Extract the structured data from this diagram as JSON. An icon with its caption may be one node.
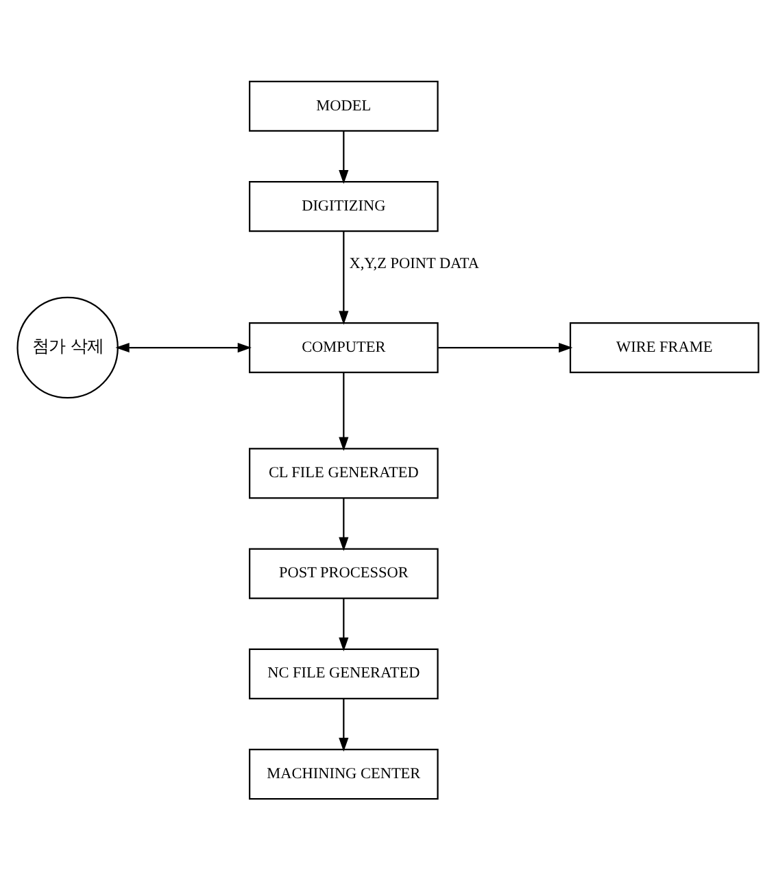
{
  "diagram": {
    "nodes": [
      {
        "text": [
          "MODEL"
        ]
      },
      {
        "text": [
          "DIGITIZING"
        ]
      },
      {
        "text": [
          "첨가 삭제"
        ]
      },
      {
        "text": [
          "COMPUTER"
        ]
      },
      {
        "text": [
          "WIRE FRAME"
        ]
      },
      {
        "text": [
          "CL FILE GENERATED"
        ]
      },
      {
        "text": [
          "POST PROCESSOR"
        ]
      },
      {
        "text": [
          "NC FILE GENERATED"
        ]
      },
      {
        "text": [
          "MACHINING CENTER"
        ]
      }
    ],
    "edges": [
      {
        "from": 0,
        "to": 1,
        "arrow": "to"
      },
      {
        "from": 1,
        "to": 3,
        "arrow": "to",
        "label": "X,Y,Z POINT DATA"
      },
      {
        "from": 2,
        "to": 3,
        "arrow": "both"
      },
      {
        "from": 3,
        "to": 4,
        "arrow": "to"
      },
      {
        "from": 3,
        "to": 5,
        "arrow": "to"
      },
      {
        "from": 5,
        "to": 6,
        "arrow": "to"
      },
      {
        "from": 6,
        "to": 7,
        "arrow": "to"
      },
      {
        "from": 7,
        "to": 8,
        "arrow": "to"
      }
    ]
  }
}
